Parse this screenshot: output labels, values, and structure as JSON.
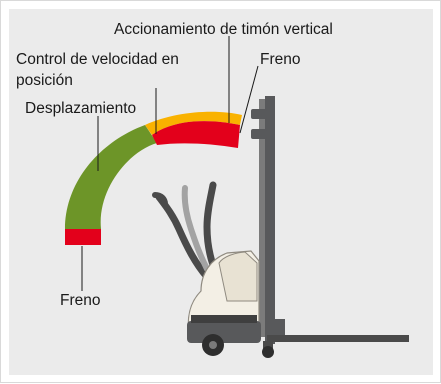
{
  "labels": {
    "steering_vertical": "Accionamiento de timón vertical",
    "speed_control_line1": "Control de velocidad en",
    "speed_control_line2": "posición",
    "brake_top": "Freno",
    "travel": "Desplazamiento",
    "brake_bottom": "Freno"
  },
  "colors": {
    "background": "#ebebeb",
    "travel_zone": "#6d9528",
    "brake_zone": "#e3001b",
    "steering_zone": "#f9b200",
    "truck_body": "#f3efe5",
    "mast": "#58595b",
    "tiller": "#4a4a4a",
    "tiller_secondary": "#a3a3a3"
  },
  "icons": [
    "forklift-truck-icon",
    "tiller-handle-icon"
  ]
}
